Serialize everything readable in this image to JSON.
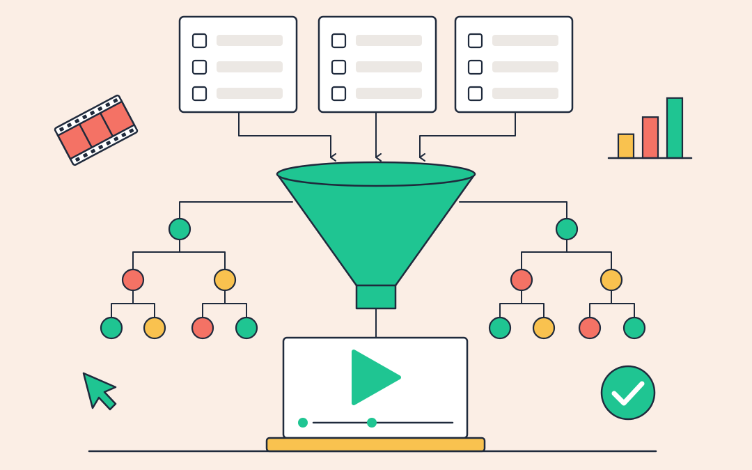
{
  "palette": {
    "background": "#fbeee5",
    "ink": "#1f2a3c",
    "green": "#1fc592",
    "red": "#f47265",
    "yellow": "#f9c24f",
    "placeholder": "#ece8e4",
    "card": "#ffffff"
  },
  "checklists": [
    {
      "items": 3,
      "checked": 0
    },
    {
      "items": 3,
      "checked": 0
    },
    {
      "items": 3,
      "checked": 0
    }
  ],
  "trees": [
    {
      "side": "left",
      "root": "green",
      "mid": [
        "red",
        "yellow"
      ],
      "leaves": [
        "green",
        "yellow",
        "red",
        "green"
      ]
    },
    {
      "side": "right",
      "root": "green",
      "mid": [
        "red",
        "yellow"
      ],
      "leaves": [
        "green",
        "yellow",
        "red",
        "green"
      ]
    }
  ],
  "bar_chart_icon": {
    "values": [
      0.35,
      0.6,
      0.88
    ],
    "colors": [
      "#f9c24f",
      "#f47265",
      "#1fc592"
    ]
  },
  "video_player": {
    "progress": 0.42,
    "state": "paused"
  },
  "icons": [
    "film-strip-icon",
    "bar-chart-icon",
    "cursor-arrow-icon",
    "checkmark-circle-icon",
    "play-icon",
    "funnel-icon"
  ]
}
